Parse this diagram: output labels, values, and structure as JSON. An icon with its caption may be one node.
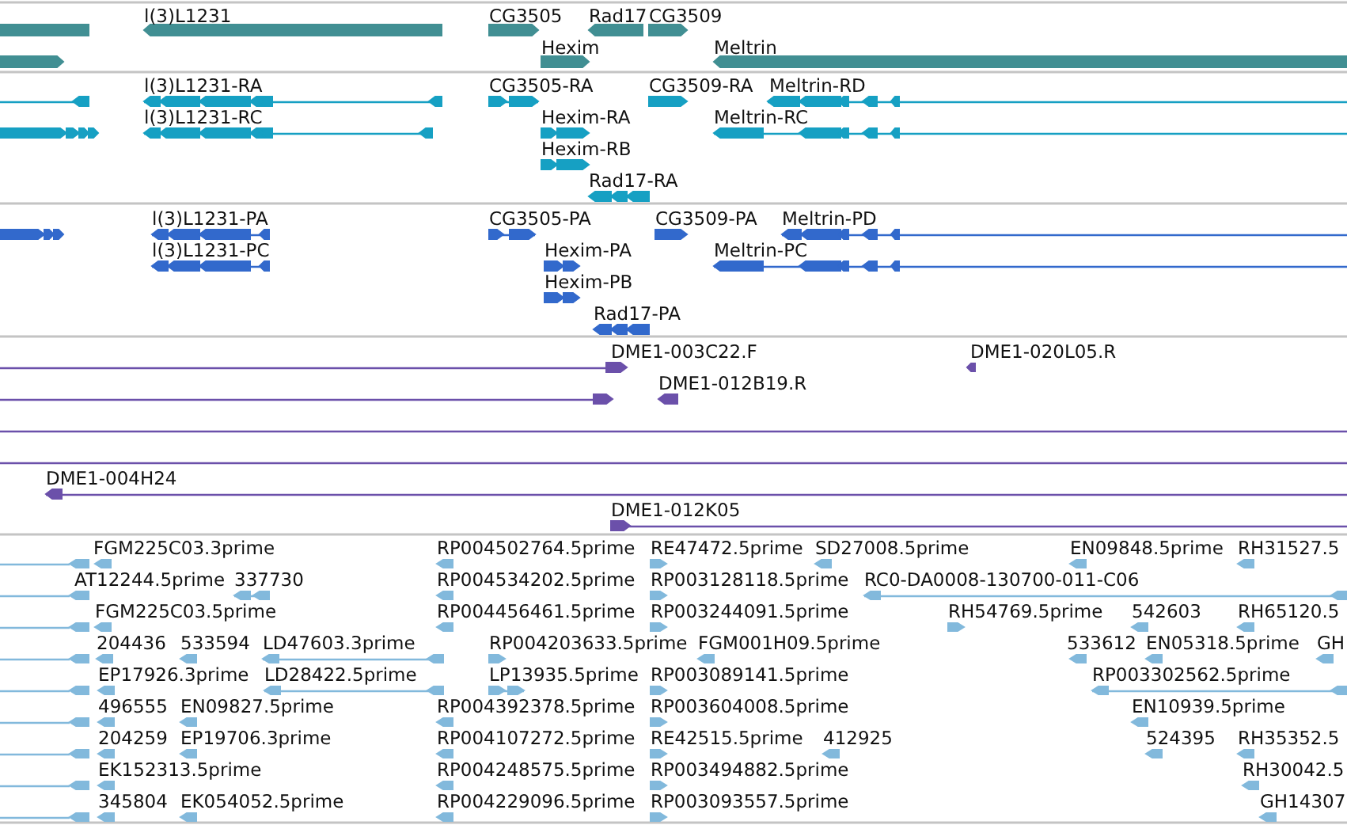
{
  "diagram": {
    "labels": [
      "l(3)L1231",
      "CG3505",
      "Rad17",
      "CG3509",
      "Hexim",
      "Meltrin",
      "l(3)L1231-RA",
      "CG3505-RA",
      "CG3509-RA",
      "Meltrin-RD",
      "l(3)L1231-RC",
      "Hexim-RA",
      "Meltrin-RC",
      "Hexim-RB",
      "Rad17-RA",
      "l(3)L1231-PA",
      "CG3505-PA",
      "CG3509-PA",
      "Meltrin-PD",
      "l(3)L1231-PC",
      "Hexim-PA",
      "Meltrin-PC",
      "Hexim-PB",
      "Rad17-PA",
      "DME1-003C22.F",
      "DME1-020L05.R",
      "DME1-012B19.R",
      "DME1-004H24",
      "DME1-012K05",
      "FGM225C03.3prime",
      "RP004502764.5prime",
      "RE47472.5prime",
      "SD27008.5prime",
      "EN09848.5prime",
      "RH31527.5",
      "AT12244.5prime",
      "337730",
      "RP004534202.5prime",
      "RP003128118.5prime",
      "RC0-DA0008-130700-011-C06",
      "FGM225C03.5prime",
      "RP004456461.5prime",
      "RP003244091.5prime",
      "RH54769.5prime",
      "542603",
      "RH65120.5",
      "204436",
      "533594",
      "LD47603.3prime",
      "RP004203633.5prime",
      "FGM001H09.5prime",
      "533612",
      "EN05318.5prime",
      "GH",
      "EP17926.3prime",
      "LD28422.5prime",
      "LP13935.5prime",
      "RP003089141.5prime",
      "RP003302562.5prime",
      "496555",
      "EN09827.5prime",
      "RP004392378.5prime",
      "RP003604008.5prime",
      "EN10939.5prime",
      "204259",
      "EP19706.3prime",
      "RP004107272.5prime",
      "RE42515.5prime",
      "412925",
      "524395",
      "RH35352.5",
      "EK152313.5prime",
      "RP004248575.5prime",
      "RP003494882.5prime",
      "RH30042.5",
      "345804",
      "EK054052.5prime",
      "RP004229096.5prime",
      "RP003093557.5prime",
      "GH14307"
    ]
  }
}
